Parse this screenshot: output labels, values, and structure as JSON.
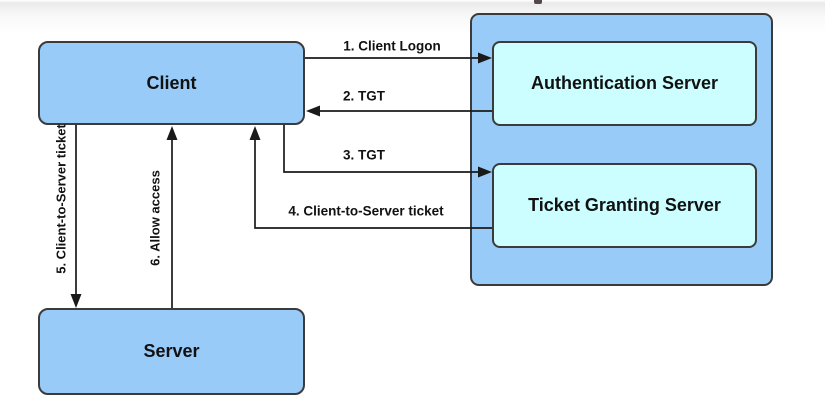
{
  "diagram": {
    "type": "kerberos-authentication-flow",
    "nodes": {
      "client": {
        "label": "Client",
        "fill": "#99cbf8"
      },
      "key_distribution_center": {
        "label": "",
        "fill": "#99cbf8"
      },
      "authentication_server": {
        "label": "Authentication Server",
        "fill": "#ccfeff"
      },
      "ticket_granting_server": {
        "label": "Ticket Granting Server",
        "fill": "#ccfeff"
      },
      "server": {
        "label": "Server",
        "fill": "#99cbf8"
      }
    },
    "arrows": [
      {
        "label": "1. Client Logon",
        "from": "client",
        "to": "authentication_server"
      },
      {
        "label": "2. TGT",
        "from": "authentication_server",
        "to": "client"
      },
      {
        "label": "3. TGT",
        "from": "client",
        "to": "ticket_granting_server"
      },
      {
        "label": "4. Client-to-Server ticket",
        "from": "ticket_granting_server",
        "to": "client"
      },
      {
        "label": "5. Client-to-Server ticket",
        "from": "client",
        "to": "server"
      },
      {
        "label": "6. Allow access",
        "from": "server",
        "to": "client"
      }
    ],
    "colors": {
      "node_blue": "#99cbf8",
      "node_cyan": "#ccfeff",
      "border": "#3b3b3b",
      "arrow": "#1a1a1a",
      "top_fade": "#e9e9ea"
    }
  }
}
